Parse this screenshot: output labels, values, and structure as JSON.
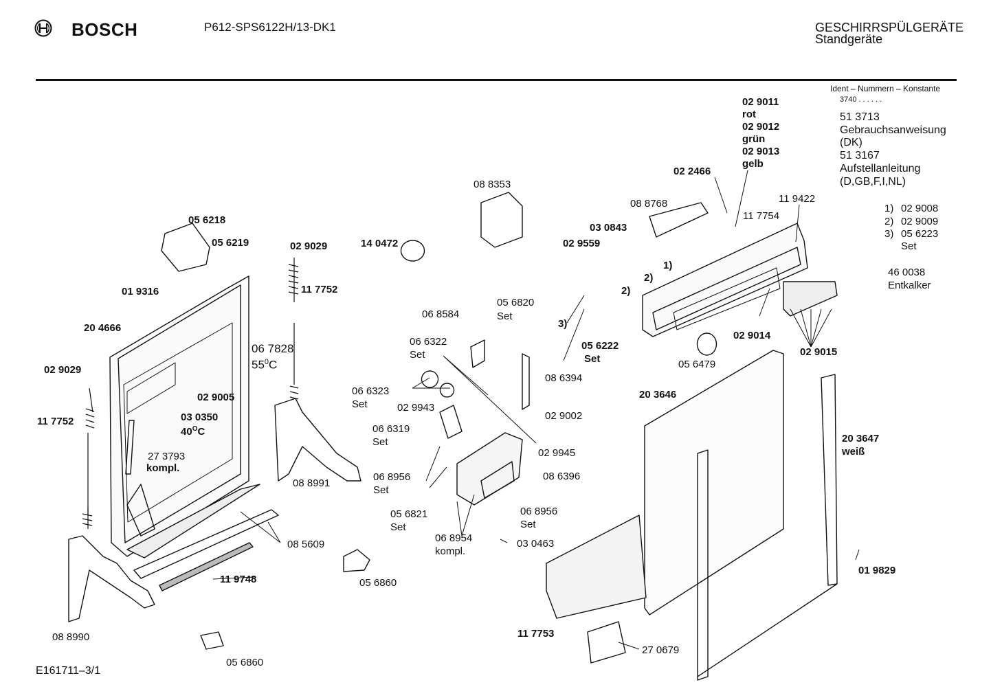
{
  "header": {
    "brand": "BOSCH",
    "model": "P612-SPS6122H/13-DK1",
    "category_line1": "GESCHIRRSPÜLGERÄTE",
    "category_line2": "Standgeräte"
  },
  "info_panel": {
    "ident_title": "Ident – Nummern – Konstante",
    "ident_value": "3740  .  .   .  .  .  .",
    "lines": [
      "51 3713",
      "Gebrauchsanweisung",
      "(DK)",
      "51 3167",
      "Aufstellanleitung",
      "(D,GB,F,I,NL)"
    ],
    "notes": [
      {
        "num": "1)",
        "part": "02 9008"
      },
      {
        "num": "2)",
        "part": "02 9009"
      },
      {
        "num": "3)",
        "part": "05 6223"
      }
    ],
    "note3_suffix": "Set",
    "extra_part": "46 0038",
    "extra_label": "Entkalker"
  },
  "footer": {
    "drawing_id": "E161711–3/1"
  },
  "labels": {
    "p029011": "02 9011",
    "rot": "rot",
    "p029012": "02 9012",
    "gruen": "grün",
    "p029013": "02 9013",
    "gelb": "gelb",
    "p022466": "02 2466",
    "p088353": "08 8353",
    "p088768": "08 8768",
    "p119422": "11 9422",
    "p117754": "11 7754",
    "p030843": "03 0843",
    "p029559": "02 9559",
    "p140472": "14 0472",
    "p056218": "05 6218",
    "p056219": "05 6219",
    "p029029a": "02 9029",
    "p117752a": "11 7752",
    "p019316": "01 9316",
    "p204666": "20 4666",
    "p067828": "06 7828",
    "t55c": "55",
    "t55c_sup": "0",
    "t55c_unit": "C",
    "p029005": "02 9005",
    "p030350": "03 0350",
    "t40c": "40",
    "t40c_sup": "O",
    "t40c_unit": "C",
    "p029029b": "02 9029",
    "p117752b": "11 7752",
    "p273793": "27 3793",
    "kompl1": "kompl.",
    "p068584": "06 8584",
    "p056820": "05 6820",
    "set1": "Set",
    "p066322": "06 6322",
    "set2": "Set",
    "p066323": "06 6323",
    "set3": "Set",
    "p029943": "02 9943",
    "p066319": "06 6319",
    "set4": "Set",
    "p068956a": "06 8956",
    "set5": "Set",
    "p056821": "05 6821",
    "set6": "Set",
    "p068954": "06 8954",
    "kompl2": "kompl.",
    "p068956b": "06 8956",
    "set7": "Set",
    "p086394": "08 6394",
    "p029002": "02 9002",
    "p029945": "02 9945",
    "p086396": "08 6396",
    "p030463": "03 0463",
    "p088991": "08 8991",
    "p085609": "08 5609",
    "p119748": "11 9748",
    "p056860a": "05 6860",
    "p056860b": "05 6860",
    "p088990": "08 8990",
    "n1a": "1)",
    "n2a": "2)",
    "n2b": "2)",
    "n3": "3)",
    "p056222": "05 6222",
    "set8": "Set",
    "p056479": "05 6479",
    "p029014": "02 9014",
    "p029015": "02 9015",
    "p203646": "20 3646",
    "p203647": "20 3647",
    "weiss": "weiß",
    "p019829": "01 9829",
    "p117753": "11 7753",
    "p270679": "27 0679"
  }
}
